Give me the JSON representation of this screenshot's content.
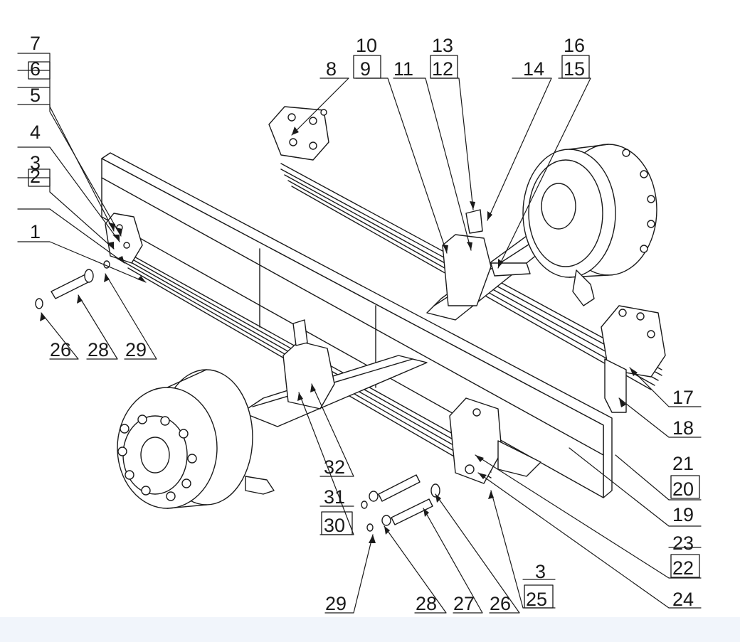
{
  "drawing": {
    "labels": {
      "l1": "1",
      "l2": "2",
      "l3": "3",
      "l4": "4",
      "l5": "5",
      "l6": "6",
      "l7": "7",
      "l8": "8",
      "l9": "9",
      "l10": "10",
      "l11": "11",
      "l12": "12",
      "l13": "13",
      "l14": "14",
      "l15": "15",
      "l16": "16",
      "l17": "17",
      "l18": "18",
      "l19": "19",
      "l20": "20",
      "l21": "21",
      "l22": "22",
      "l23": "23",
      "l24": "24",
      "l25": "25",
      "l3b": "3",
      "l26a": "26",
      "l28a": "28",
      "l29a": "29",
      "l26b": "26",
      "l27": "27",
      "l28b": "28",
      "l29b": "29",
      "l30": "30",
      "l31": "31",
      "l32": "32"
    },
    "colors": {
      "line": "#1a1a1a",
      "strip": "#f1f5fb"
    }
  }
}
